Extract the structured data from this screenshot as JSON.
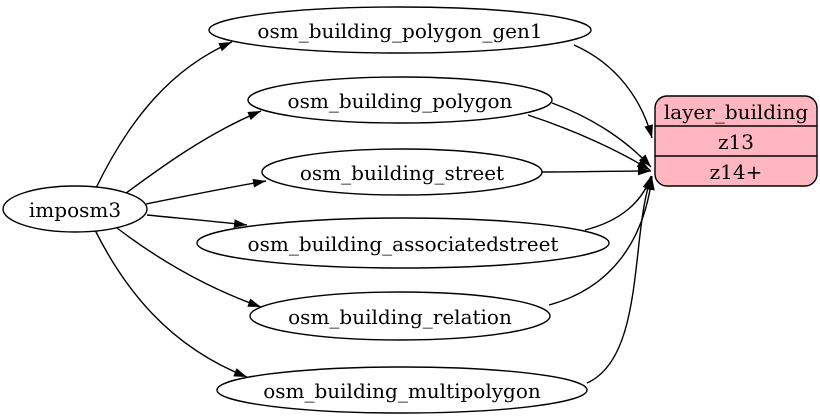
{
  "diagram": {
    "kind": "etl-graph",
    "background_color": "#ffffff",
    "node_style": {
      "fill": "#ffffff",
      "stroke": "#000000",
      "text_color": "#000000"
    },
    "source_node": {
      "id": "imposm3",
      "label": "imposm3"
    },
    "table_nodes": [
      {
        "id": "osm_building_polygon_gen1",
        "label": "osm_building_polygon_gen1"
      },
      {
        "id": "osm_building_polygon",
        "label": "osm_building_polygon"
      },
      {
        "id": "osm_building_street",
        "label": "osm_building_street"
      },
      {
        "id": "osm_building_associatedstreet",
        "label": "osm_building_associatedstreet"
      },
      {
        "id": "osm_building_relation",
        "label": "osm_building_relation"
      },
      {
        "id": "osm_building_multipolygon",
        "label": "osm_building_multipolygon"
      }
    ],
    "record_node": {
      "id": "layer_building",
      "title": "layer_building",
      "rows": [
        "z13",
        "z14+"
      ],
      "fill": "#ffb6c1",
      "stroke": "#000000"
    },
    "edges": [
      {
        "from": "imposm3",
        "to": "osm_building_polygon_gen1"
      },
      {
        "from": "imposm3",
        "to": "osm_building_polygon"
      },
      {
        "from": "imposm3",
        "to": "osm_building_street"
      },
      {
        "from": "imposm3",
        "to": "osm_building_associatedstreet"
      },
      {
        "from": "imposm3",
        "to": "osm_building_relation"
      },
      {
        "from": "imposm3",
        "to": "osm_building_multipolygon"
      },
      {
        "from": "osm_building_polygon_gen1",
        "to": "layer_building",
        "to_row": "z13"
      },
      {
        "from": "osm_building_polygon",
        "to": "layer_building",
        "to_row": "z14+"
      },
      {
        "from": "osm_building_polygon",
        "to": "layer_building",
        "to_row": "z14+"
      },
      {
        "from": "osm_building_street",
        "to": "layer_building",
        "to_row": "z14+"
      },
      {
        "from": "osm_building_associatedstreet",
        "to": "layer_building",
        "to_row": "z14+"
      },
      {
        "from": "osm_building_relation",
        "to": "layer_building",
        "to_row": "z14+"
      },
      {
        "from": "osm_building_multipolygon",
        "to": "layer_building",
        "to_row": "z14+"
      }
    ]
  }
}
